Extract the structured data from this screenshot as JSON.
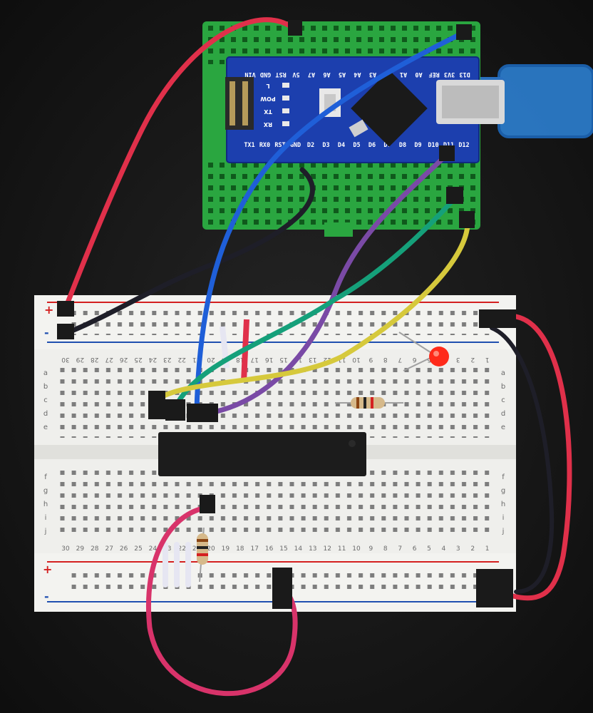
{
  "arduino": {
    "top_pins": [
      "D13",
      "3V3",
      "REF",
      "A0",
      "A1",
      "A2",
      "A3",
      "A4",
      "A5",
      "A6",
      "A7",
      "5V",
      "RST",
      "GND",
      "VIN"
    ],
    "bottom_pins": [
      "TX1",
      "RX0",
      "RST",
      "GND",
      "D2",
      "D3",
      "D4",
      "D5",
      "D6",
      "D7",
      "D8",
      "D9",
      "D10",
      "D11",
      "D12"
    ],
    "leds": [
      "L",
      "POW",
      "TX",
      "RX"
    ]
  },
  "breadboard": {
    "column_numbers": [
      "30",
      "29",
      "28",
      "27",
      "26",
      "25",
      "24",
      "23",
      "22",
      "21",
      "20",
      "19",
      "18",
      "17",
      "16",
      "15",
      "14",
      "13",
      "12",
      "11",
      "10",
      "9",
      "8",
      "7",
      "6",
      "5",
      "4",
      "3",
      "2",
      "1"
    ],
    "row_letters_top": [
      "a",
      "b",
      "c",
      "d",
      "e"
    ],
    "row_letters_bottom": [
      "f",
      "g",
      "h",
      "i",
      "j"
    ],
    "rail_plus": "+",
    "rail_minus": "-"
  },
  "colors": {
    "mini_breadboard": "#2aa640",
    "arduino_pcb": "#1c3fae",
    "usb_cable": "#2c7fd0",
    "wire_red": "#e0304a",
    "wire_black": "#1e1e28",
    "wire_blue": "#1f5fd8",
    "wire_purple": "#7a4aa6",
    "wire_green": "#15a07a",
    "wire_yellow": "#d6c93c",
    "led_red": "#ff2a1a"
  }
}
